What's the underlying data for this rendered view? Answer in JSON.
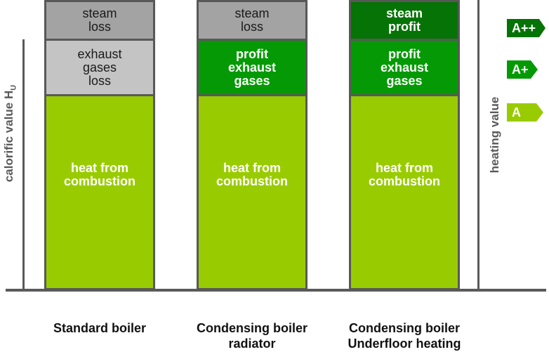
{
  "axis_left_label": "calorific value H",
  "axis_left_sub": "U",
  "axis_right_label": "heating value",
  "columns": [
    {
      "caption": "Standard boiler",
      "segments": [
        {
          "label": "steam\nloss"
        },
        {
          "label": "exhaust\ngases\nloss"
        },
        {
          "label": "heat from\ncombustion"
        }
      ]
    },
    {
      "caption": "Condensing boiler\nradiator",
      "segments": [
        {
          "label": "steam\nloss"
        },
        {
          "label": "profit\nexhaust\ngases"
        },
        {
          "label": "heat from\ncombustion"
        }
      ]
    },
    {
      "caption": "Condensing boiler\nUnderfloor heating",
      "segments": [
        {
          "label": "steam\nprofit"
        },
        {
          "label": "profit\nexhaust\ngases"
        },
        {
          "label": "heat from\ncombustion"
        }
      ]
    }
  ],
  "ratings": [
    {
      "label": "A++",
      "color": "#057305"
    },
    {
      "label": "A+",
      "color": "#059a05"
    },
    {
      "label": "A",
      "color": "#99cc00"
    }
  ],
  "colors": {
    "loss_dark": "#a3a3a3",
    "loss_light": "#c4c4c4",
    "profit": "#059a05",
    "profit_dark": "#057305",
    "combustion": "#99cc00",
    "axis": "#5a5a5a"
  }
}
